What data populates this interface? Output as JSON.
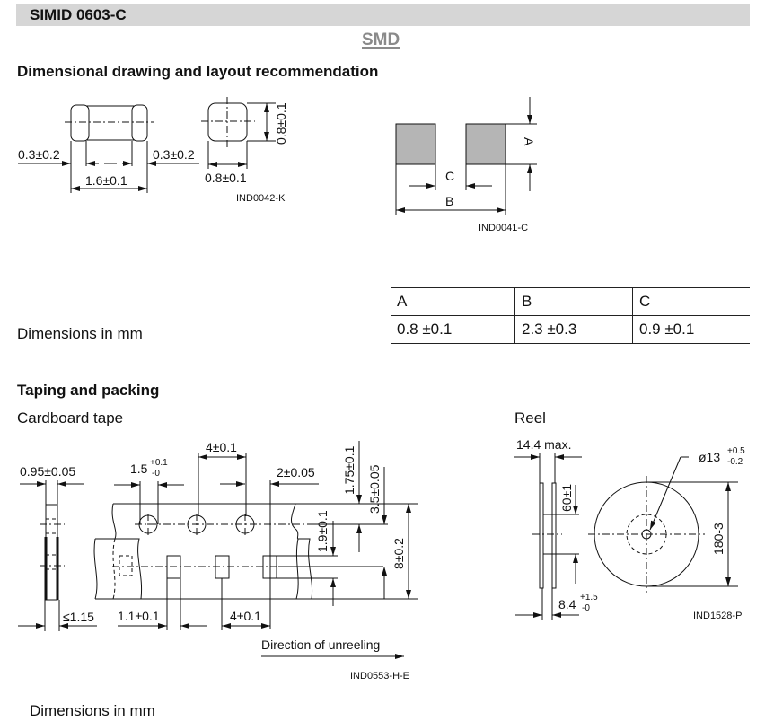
{
  "header": {
    "title": "SIMID 0603-C",
    "package": "SMD"
  },
  "section1": {
    "heading": "Dimensional drawing and layout recommendation",
    "drawing1": {
      "left_term": "0.3±0.2",
      "right_term": "0.3±0.2",
      "length": "1.6±0.1",
      "width": "0.8±0.1",
      "height": "0.8±0.1",
      "code": "IND0042-K"
    },
    "drawing2": {
      "a": "A",
      "b": "B",
      "c": "C",
      "code": "IND0041-C"
    },
    "units_note": "Dimensions in mm",
    "table": {
      "headers": [
        "A",
        "B",
        "C"
      ],
      "values": [
        "0.8 ±0.1",
        "2.3 ±0.3",
        "0.9 ±0.1"
      ]
    }
  },
  "section2": {
    "heading": "Taping and packing",
    "tape": {
      "label": "Cardboard tape",
      "thickness": "0.95±0.05",
      "hole_dia": "1.5",
      "hole_dia_plus": "+0.1",
      "hole_dia_minus": "-0",
      "hole_pitch": "4±0.1",
      "hole_to_pocket": "2±0.05",
      "edge_to_hole": "1.75±0.1",
      "hole_to_pocket_center": "3.5±0.05",
      "pocket_length": "1.9±0.1",
      "tape_width": "8±0.2",
      "max_thickness": "≤1.15",
      "pocket_width": "1.1±0.1",
      "pocket_pitch": "4±0.1",
      "direction": "Direction of unreeling",
      "code": "IND0553-H-E"
    },
    "reel": {
      "label": "Reel",
      "width_max": "14.4 max.",
      "hub": "60±1",
      "bore": "ø13",
      "bore_plus": "+0.5",
      "bore_minus": "-0.2",
      "diameter": "180-3",
      "inner_width": "8.4",
      "inner_plus": "+1.5",
      "inner_minus": "-0",
      "code": "IND1528-P"
    },
    "units_note": "Dimensions in mm"
  }
}
